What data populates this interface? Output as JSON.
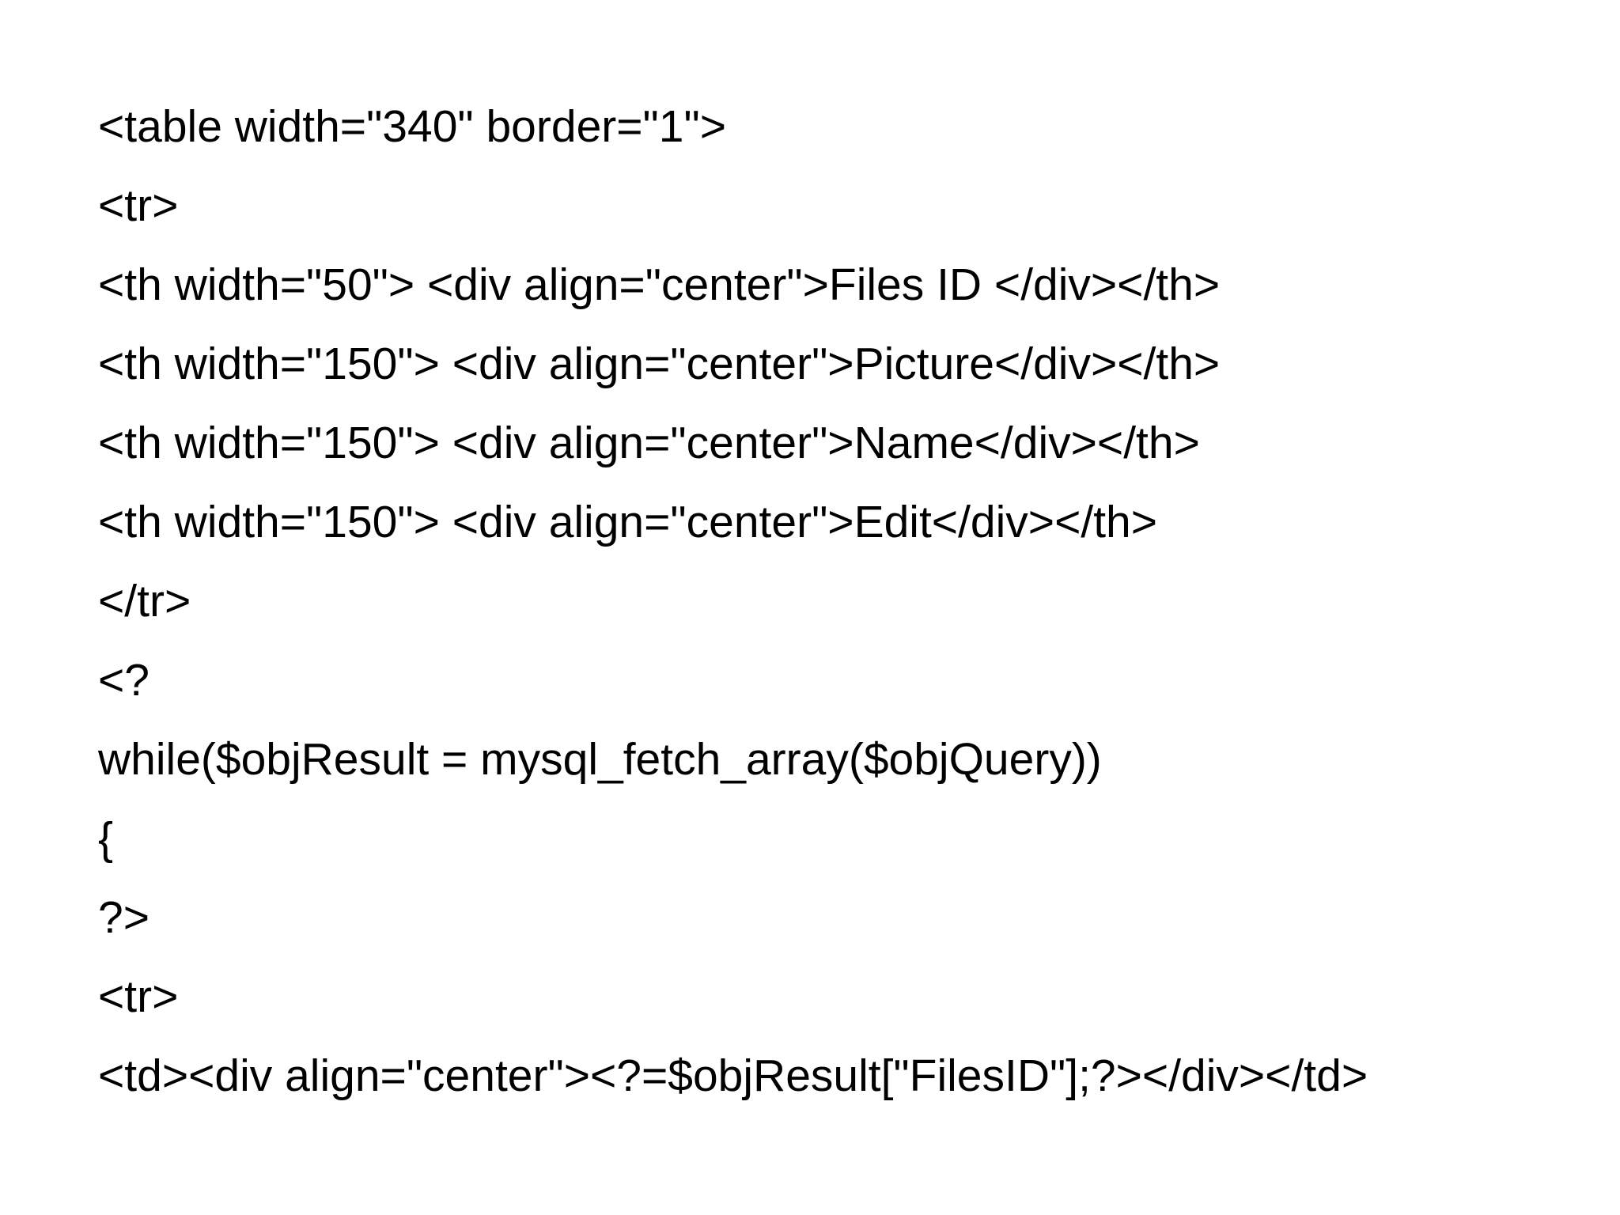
{
  "lines": [
    "<table width=\"340\" border=\"1\">",
    "<tr>",
    "<th width=\"50\"> <div align=\"center\">Files ID </div></th>",
    "<th width=\"150\"> <div align=\"center\">Picture</div></th>",
    "<th width=\"150\"> <div align=\"center\">Name</div></th>",
    "<th width=\"150\"> <div align=\"center\">Edit</div></th>",
    "</tr>",
    "<?",
    "while($objResult = mysql_fetch_array($objQuery))",
    "{",
    "?>",
    "<tr>",
    "<td><div align=\"center\"><?=$objResult[\"FilesID\"];?></div></td>"
  ]
}
